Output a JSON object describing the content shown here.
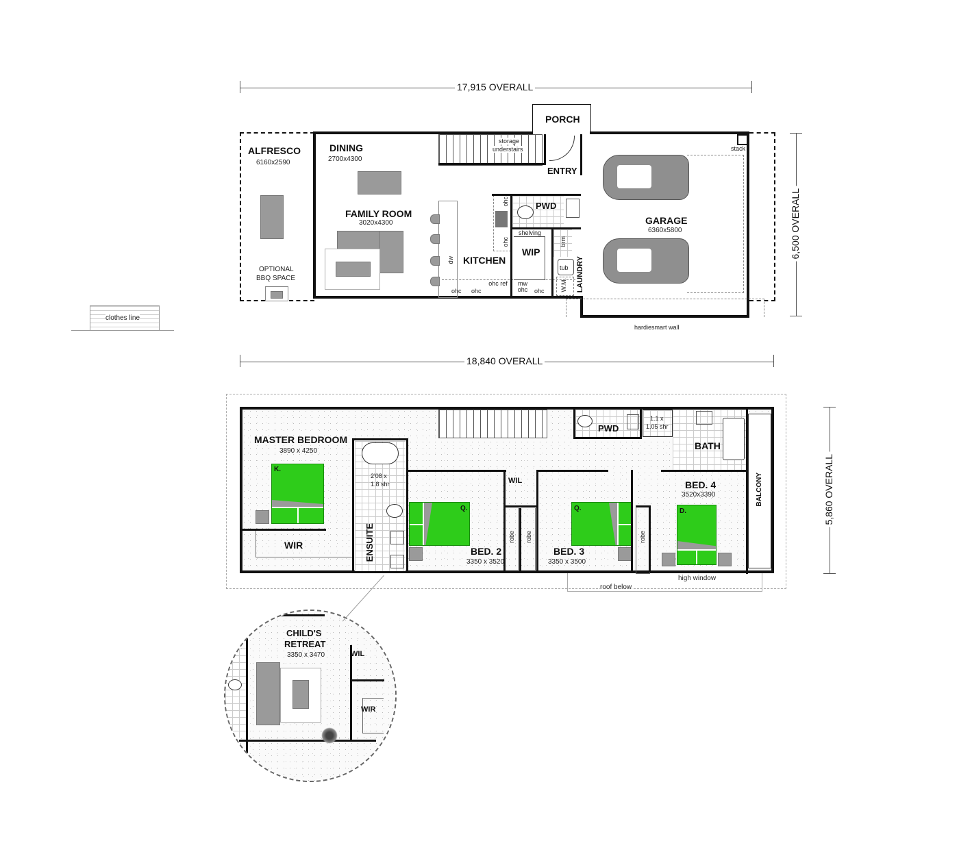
{
  "ground_floor": {
    "overall_width": "17,915 OVERALL",
    "overall_depth": "6,500 OVERALL",
    "rooms": {
      "alfresco": {
        "name": "ALFRESCO",
        "size": "6160x2590"
      },
      "bbq": {
        "line1": "OPTIONAL",
        "line2": "BBQ SPACE"
      },
      "dining": {
        "name": "DINING",
        "size": "2700x4300"
      },
      "family": {
        "name": "FAMILY ROOM",
        "size": "3020x4300"
      },
      "kitchen": {
        "name": "KITCHEN"
      },
      "wip": {
        "name": "WIP"
      },
      "pwd": {
        "name": "PWD"
      },
      "entry": {
        "name": "ENTRY"
      },
      "porch": {
        "name": "PORCH"
      },
      "garage": {
        "name": "GARAGE",
        "size": "6360x5800"
      },
      "laundry": {
        "name": "LAUNDRY"
      }
    },
    "annotations": {
      "storage_line1": "storage",
      "storage_line2": "understairs",
      "shelving": "shelving",
      "brm": "brm",
      "tub": "tub",
      "wm": "W.M.",
      "dw": "dw",
      "ohc": "ohc",
      "ohc_ref": "ohc ref",
      "mw_ohc": "mw ohc",
      "stack": "stack",
      "hardie": "hardiesmart wall",
      "clothes_line": "clothes line"
    }
  },
  "first_floor": {
    "overall_width": "18,840  OVERALL",
    "overall_depth": "5,860  OVERALL",
    "rooms": {
      "master": {
        "name": "MASTER BEDROOM",
        "size": "3890 x 4250",
        "bed": "K."
      },
      "wir": {
        "name": "WIR"
      },
      "ensuite": {
        "name": "ENSUITE",
        "shower_line1": "2'08 x",
        "shower_line2": "1.8 shr"
      },
      "bed2": {
        "name": "BED. 2",
        "size": "3350 x 3520",
        "bed": "Q."
      },
      "wil": {
        "name": "WIL"
      },
      "bed3": {
        "name": "BED. 3",
        "size": "3350 x 3500",
        "bed": "Q."
      },
      "bed4": {
        "name": "BED. 4",
        "size": "3520x3390",
        "bed": "D."
      },
      "pwd": {
        "name": "PWD"
      },
      "shower": {
        "line1": "1.1 x",
        "line2": "1.05 shr"
      },
      "bath": {
        "name": "BATH"
      },
      "balcony": {
        "name": "BALCONY"
      }
    },
    "annotations": {
      "robe": "robe",
      "roof_below": "roof below",
      "high_window": "high window"
    }
  },
  "inset": {
    "name_line1": "CHILD'S",
    "name_line2": "RETREAT",
    "size": "3350 x 3470",
    "wil": "WIL",
    "wir": "WIR"
  },
  "colors": {
    "bed_green": "#2ecc1a",
    "furniture_grey": "#9a9a9a",
    "wall": "#111111"
  }
}
